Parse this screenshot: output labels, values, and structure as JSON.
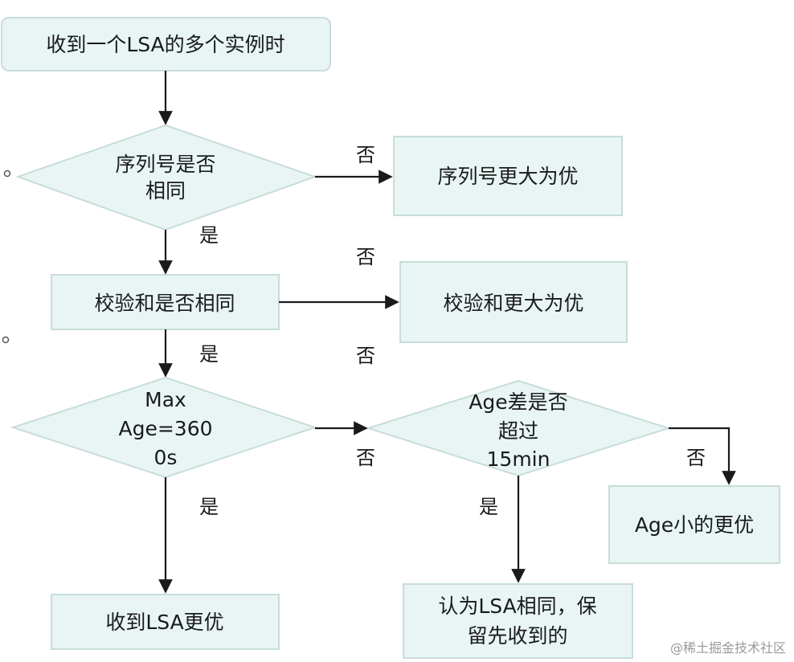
{
  "nodes": {
    "start": "收到一个LSA的多个实例时",
    "seq_check": [
      "序列号是否",
      "相同"
    ],
    "seq_larger": "序列号更大为优",
    "checksum_check": "校验和是否相同",
    "checksum_larger": "校验和更大为优",
    "maxage_check": [
      "Max",
      "Age=360",
      "0s"
    ],
    "age_diff_check": [
      "Age差是否",
      "超过",
      "15min"
    ],
    "age_smaller": "Age小的更优",
    "received_better": "收到LSA更优",
    "same_keep_first": [
      "认为LSA相同，保",
      "留先收到的"
    ]
  },
  "labels": {
    "yes": "是",
    "no": "否"
  },
  "watermark": "@稀土掘金技术社区",
  "colors": {
    "node_fill": "#e8f5f4",
    "node_border": "#c8ddd9",
    "line": "#1a1a1a",
    "text": "#1a1a1a"
  }
}
